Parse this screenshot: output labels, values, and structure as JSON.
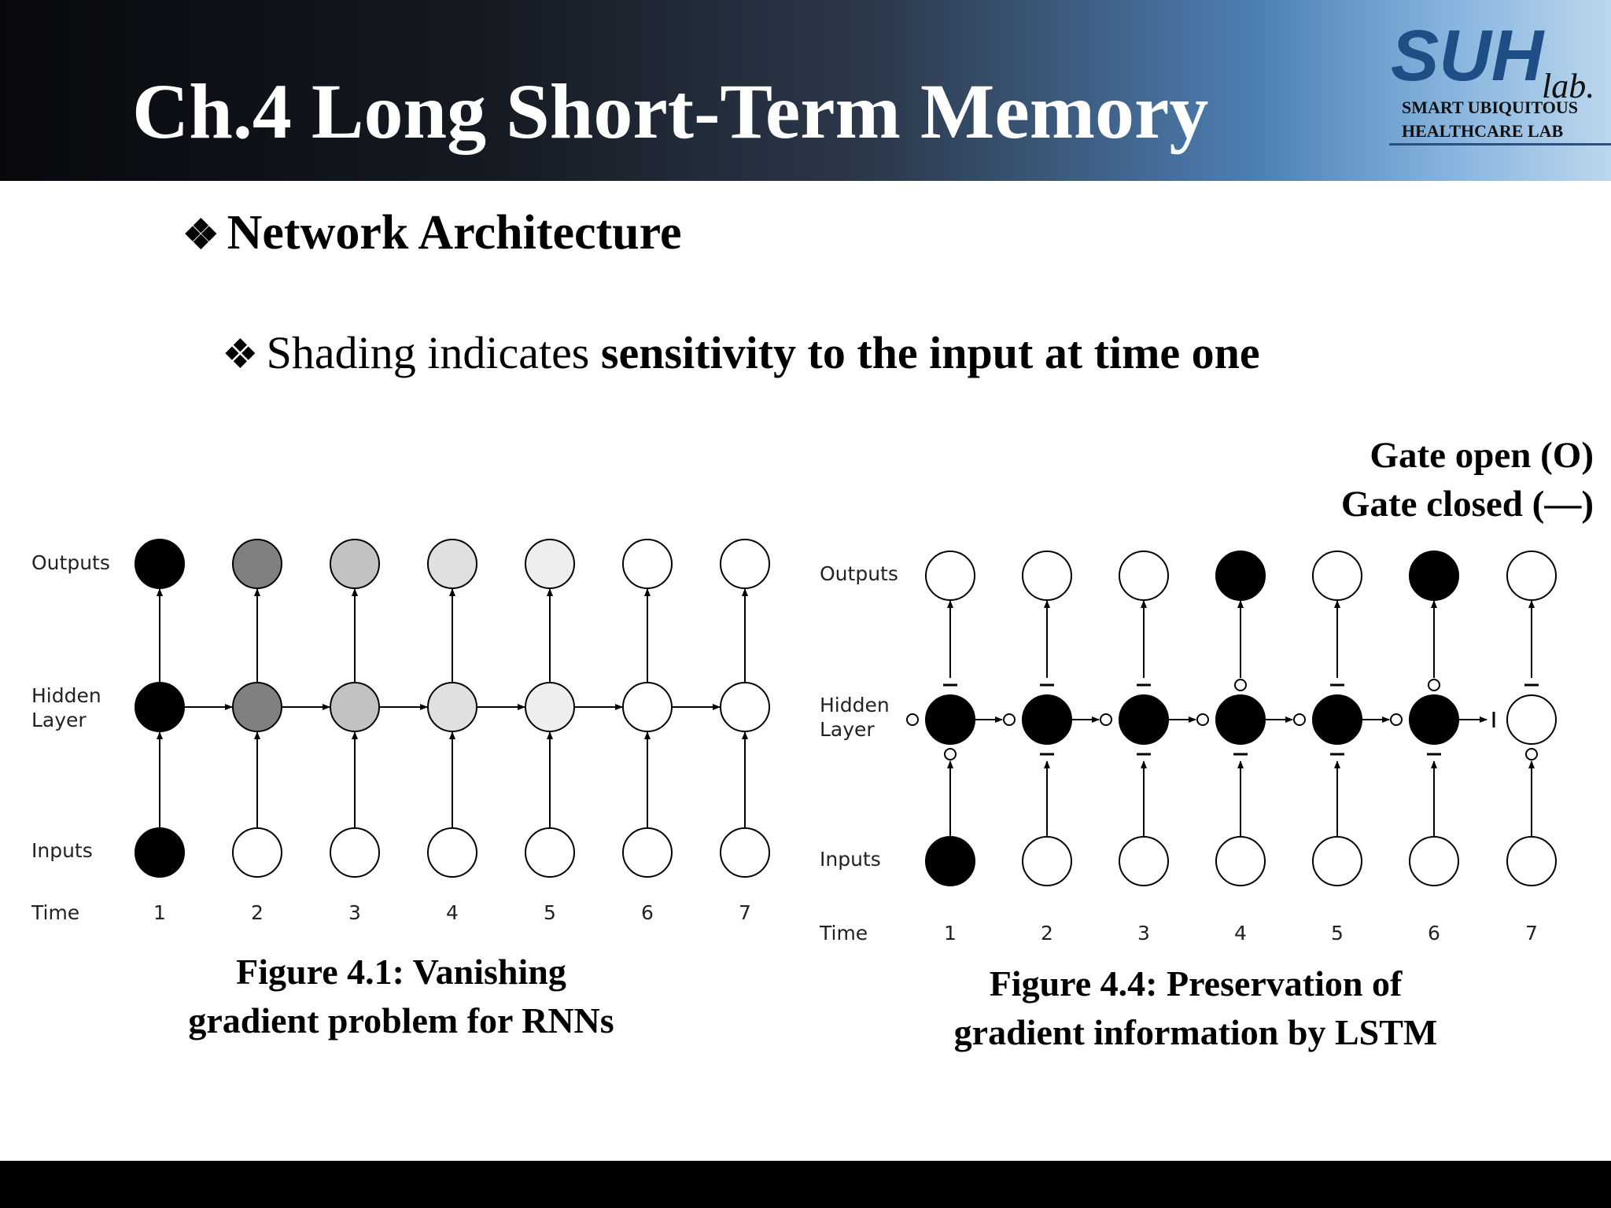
{
  "header": {
    "title": "Ch.4 Long Short-Term Memory",
    "logo_mark": "SUH",
    "logo_sub": "lab.",
    "logo_line1": "SMART UBIQUITOUS",
    "logo_line2": "HEALTHCARE LAB"
  },
  "section": {
    "heading": "Network Architecture"
  },
  "bullet": {
    "plain": "Shading indicates ",
    "bold": "sensitivity to the input at time one"
  },
  "legend": {
    "open": "Gate open  (O)",
    "closed": "Gate closed (—)"
  },
  "diagram_labels": {
    "outputs": "Outputs",
    "hidden1": "Hidden",
    "hidden2": "Layer",
    "inputs": "Inputs",
    "time": "Time"
  },
  "time_steps": [
    "1",
    "2",
    "3",
    "4",
    "5",
    "6",
    "7"
  ],
  "figure1": {
    "caption_line1": "Figure 4.1: Vanishing",
    "caption_line2": "gradient problem for RNNs",
    "output_shades": [
      "#000000",
      "#808080",
      "#c2c2c2",
      "#e0e0e0",
      "#eeeeee",
      "#ffffff",
      "#ffffff"
    ],
    "hidden_shades": [
      "#000000",
      "#808080",
      "#c2c2c2",
      "#e0e0e0",
      "#eeeeee",
      "#ffffff",
      "#ffffff"
    ],
    "input_shades": [
      "#000000",
      "#ffffff",
      "#ffffff",
      "#ffffff",
      "#ffffff",
      "#ffffff",
      "#ffffff"
    ]
  },
  "figure2": {
    "caption_line1": "Figure 4.4: Preservation of",
    "caption_line2": "gradient information by LSTM",
    "output_shades": [
      "#ffffff",
      "#ffffff",
      "#ffffff",
      "#000000",
      "#ffffff",
      "#000000",
      "#ffffff"
    ],
    "hidden_shades": [
      "#000000",
      "#000000",
      "#000000",
      "#000000",
      "#000000",
      "#000000",
      "#ffffff"
    ],
    "input_shades": [
      "#000000",
      "#ffffff",
      "#ffffff",
      "#ffffff",
      "#ffffff",
      "#ffffff",
      "#ffffff"
    ],
    "output_gates": [
      "closed",
      "closed",
      "closed",
      "open",
      "closed",
      "open",
      "closed"
    ],
    "input_gates": [
      "open",
      "closed",
      "closed",
      "closed",
      "closed",
      "closed",
      "open"
    ],
    "forget_gates": [
      "open",
      "open",
      "open",
      "open",
      "open",
      "open",
      "open"
    ],
    "recurrent_into_7": "closed"
  },
  "colors": {
    "header_dark": "#07090d",
    "header_light": "#bcd7ee",
    "logo_blue": "#1f4e86",
    "footer": "#000000"
  }
}
